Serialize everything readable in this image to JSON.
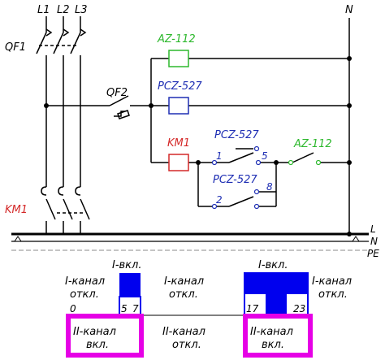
{
  "colors": {
    "line": "#000000",
    "green": "#2db82d",
    "blue": "#1f2fb4",
    "red": "#d42828",
    "fill_blue": "#0000ee",
    "magenta": "#e600e6",
    "dashed": "#888888"
  },
  "schematic": {
    "phases": [
      "L1",
      "L2",
      "L3"
    ],
    "neutral_top": "N",
    "breaker_main": "QF1",
    "breaker_ctrl": "QF2",
    "relay_green": "AZ-112",
    "relay_blue": "PCZ-527",
    "contactor": "KM1",
    "contactor_main": "KM1",
    "timer_label_1": "PCZ-527",
    "timer_label_2": "PCZ-527",
    "timer_label_green": "AZ-112",
    "pin_1": "1",
    "pin_5": "5",
    "pin_2": "2",
    "pin_8": "8",
    "bus_L": "L",
    "bus_N": "N",
    "bus_PE": "PE"
  },
  "timeline": {
    "ch1_on_a": "I-вкл.",
    "ch1_on_b": "I-вкл.",
    "ch1_off_a_line1": "I-канал",
    "ch1_off_a_line2": "откл.",
    "ch1_off_b_line1": "I-канал",
    "ch1_off_b_line2": "откл.",
    "ch1_off_c_line1": "I-канал",
    "ch1_off_c_line2": "откл.",
    "ch2_on_a_line1": "II-канал",
    "ch2_on_a_line2": "вкл.",
    "ch2_off_line1": "II-канал",
    "ch2_off_line2": "откл.",
    "ch2_on_b_line1": "II-канал",
    "ch2_on_b_line2": "вкл.",
    "t0": "0",
    "t5": "5",
    "t7": "7",
    "t17": "17",
    "t23": "23"
  }
}
